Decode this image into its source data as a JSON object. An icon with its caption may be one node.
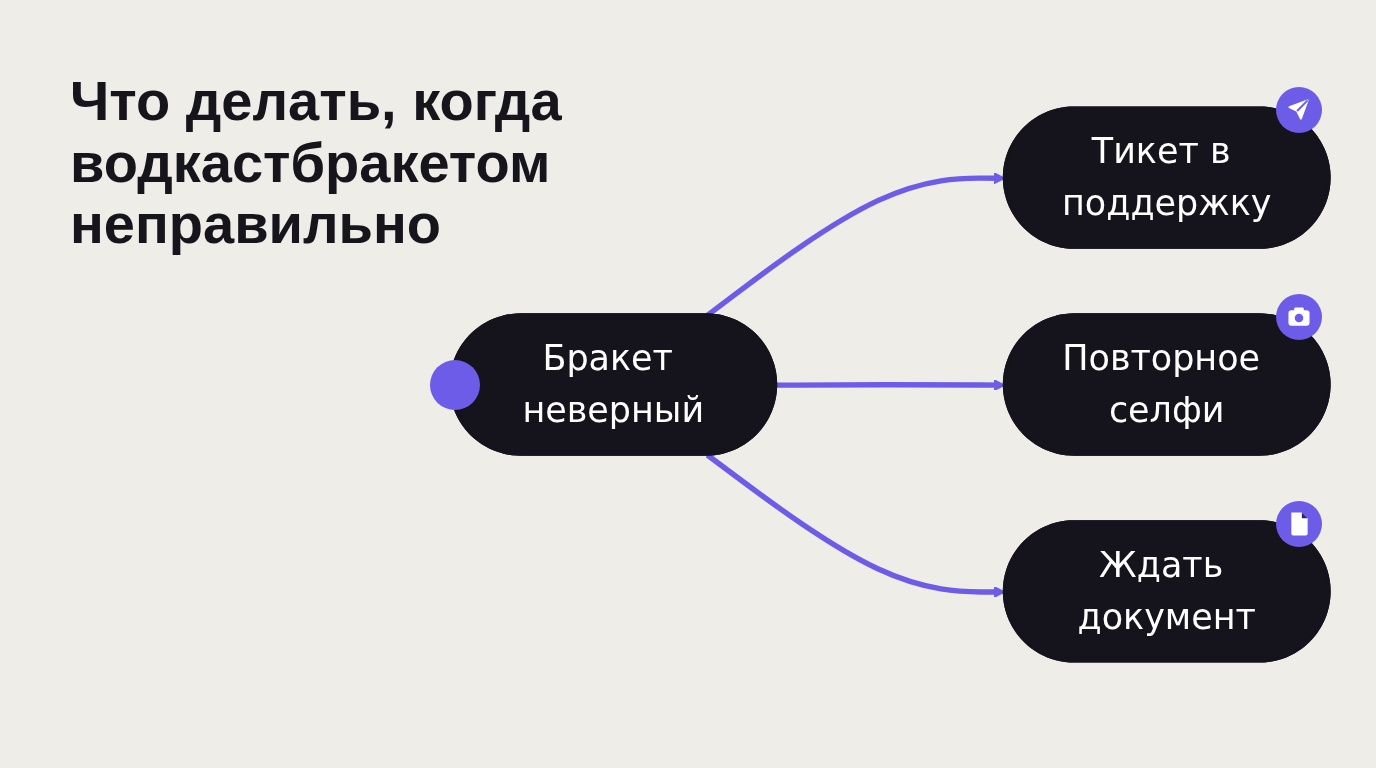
{
  "diagram": {
    "title": "Что делать, когда водкастбракетом неправильно",
    "nodes": [
      {
        "text": [
          "Бракет неверный"
        ]
      },
      {
        "text": [
          "Тикет в поддержку"
        ]
      },
      {
        "text": [
          "Повторное селфи"
        ]
      },
      {
        "text": [
          "Ждать документ"
        ]
      }
    ],
    "edges": [
      {
        "from": 0,
        "to": 1,
        "arrow": "to"
      },
      {
        "from": 0,
        "to": 2,
        "arrow": "to"
      },
      {
        "from": 0,
        "to": 3,
        "arrow": "to"
      }
    ]
  }
}
